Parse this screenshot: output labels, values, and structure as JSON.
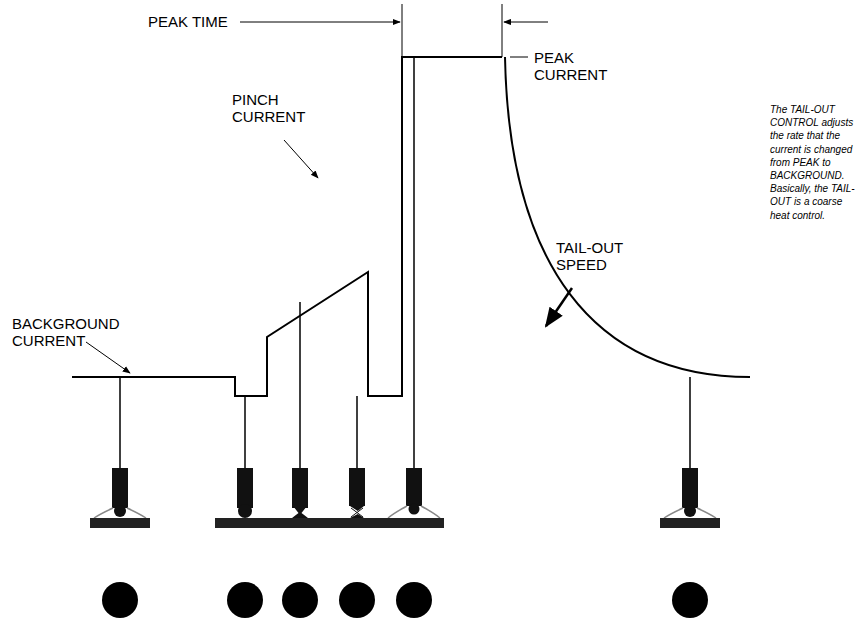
{
  "diagram": {
    "labels": [
      "PEAK TIME",
      "PINCH CURRENT",
      "PEAK CURRENT",
      "TAIL-OUT SPEED",
      "BACKGROUND CURRENT",
      "The TAIL-OUT CONTROL adjusts the rate that the current is changed from PEAK to BACKGROUND. Basically, the TAIL-OUT is a coarse heat control."
    ]
  }
}
